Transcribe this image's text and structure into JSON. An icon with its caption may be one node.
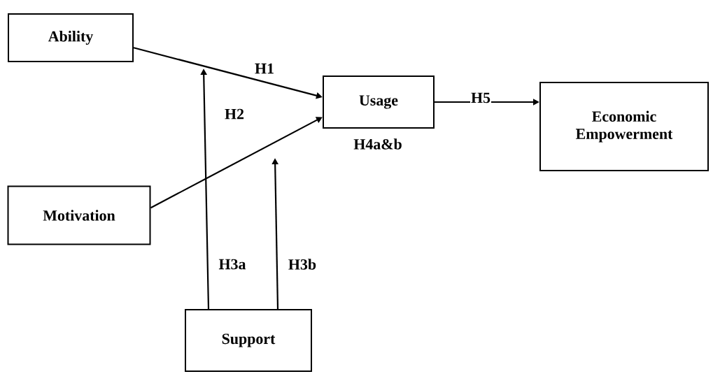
{
  "diagram": {
    "nodes": [
      {
        "text": [
          "Ability"
        ]
      },
      {
        "text": [
          "Usage"
        ],
        "beside": [
          "H4a&b"
        ]
      },
      {
        "text": [
          "Economic Empowerment"
        ]
      },
      {
        "text": [
          "Motivation"
        ]
      },
      {
        "text": [
          "Support"
        ]
      }
    ],
    "edges": [
      {
        "from": 0,
        "to": 1,
        "arrow": "to",
        "label": "H1"
      },
      {
        "from": 3,
        "to": 1,
        "arrow": "to",
        "label": "H2"
      },
      {
        "from": 1,
        "to": 2,
        "arrow": "to",
        "label": "H5"
      },
      {
        "from": 4,
        "to": null,
        "arrow": "to",
        "label": "H3a"
      },
      {
        "from": 4,
        "to": null,
        "arrow": "to",
        "label": "H3b"
      }
    ]
  }
}
